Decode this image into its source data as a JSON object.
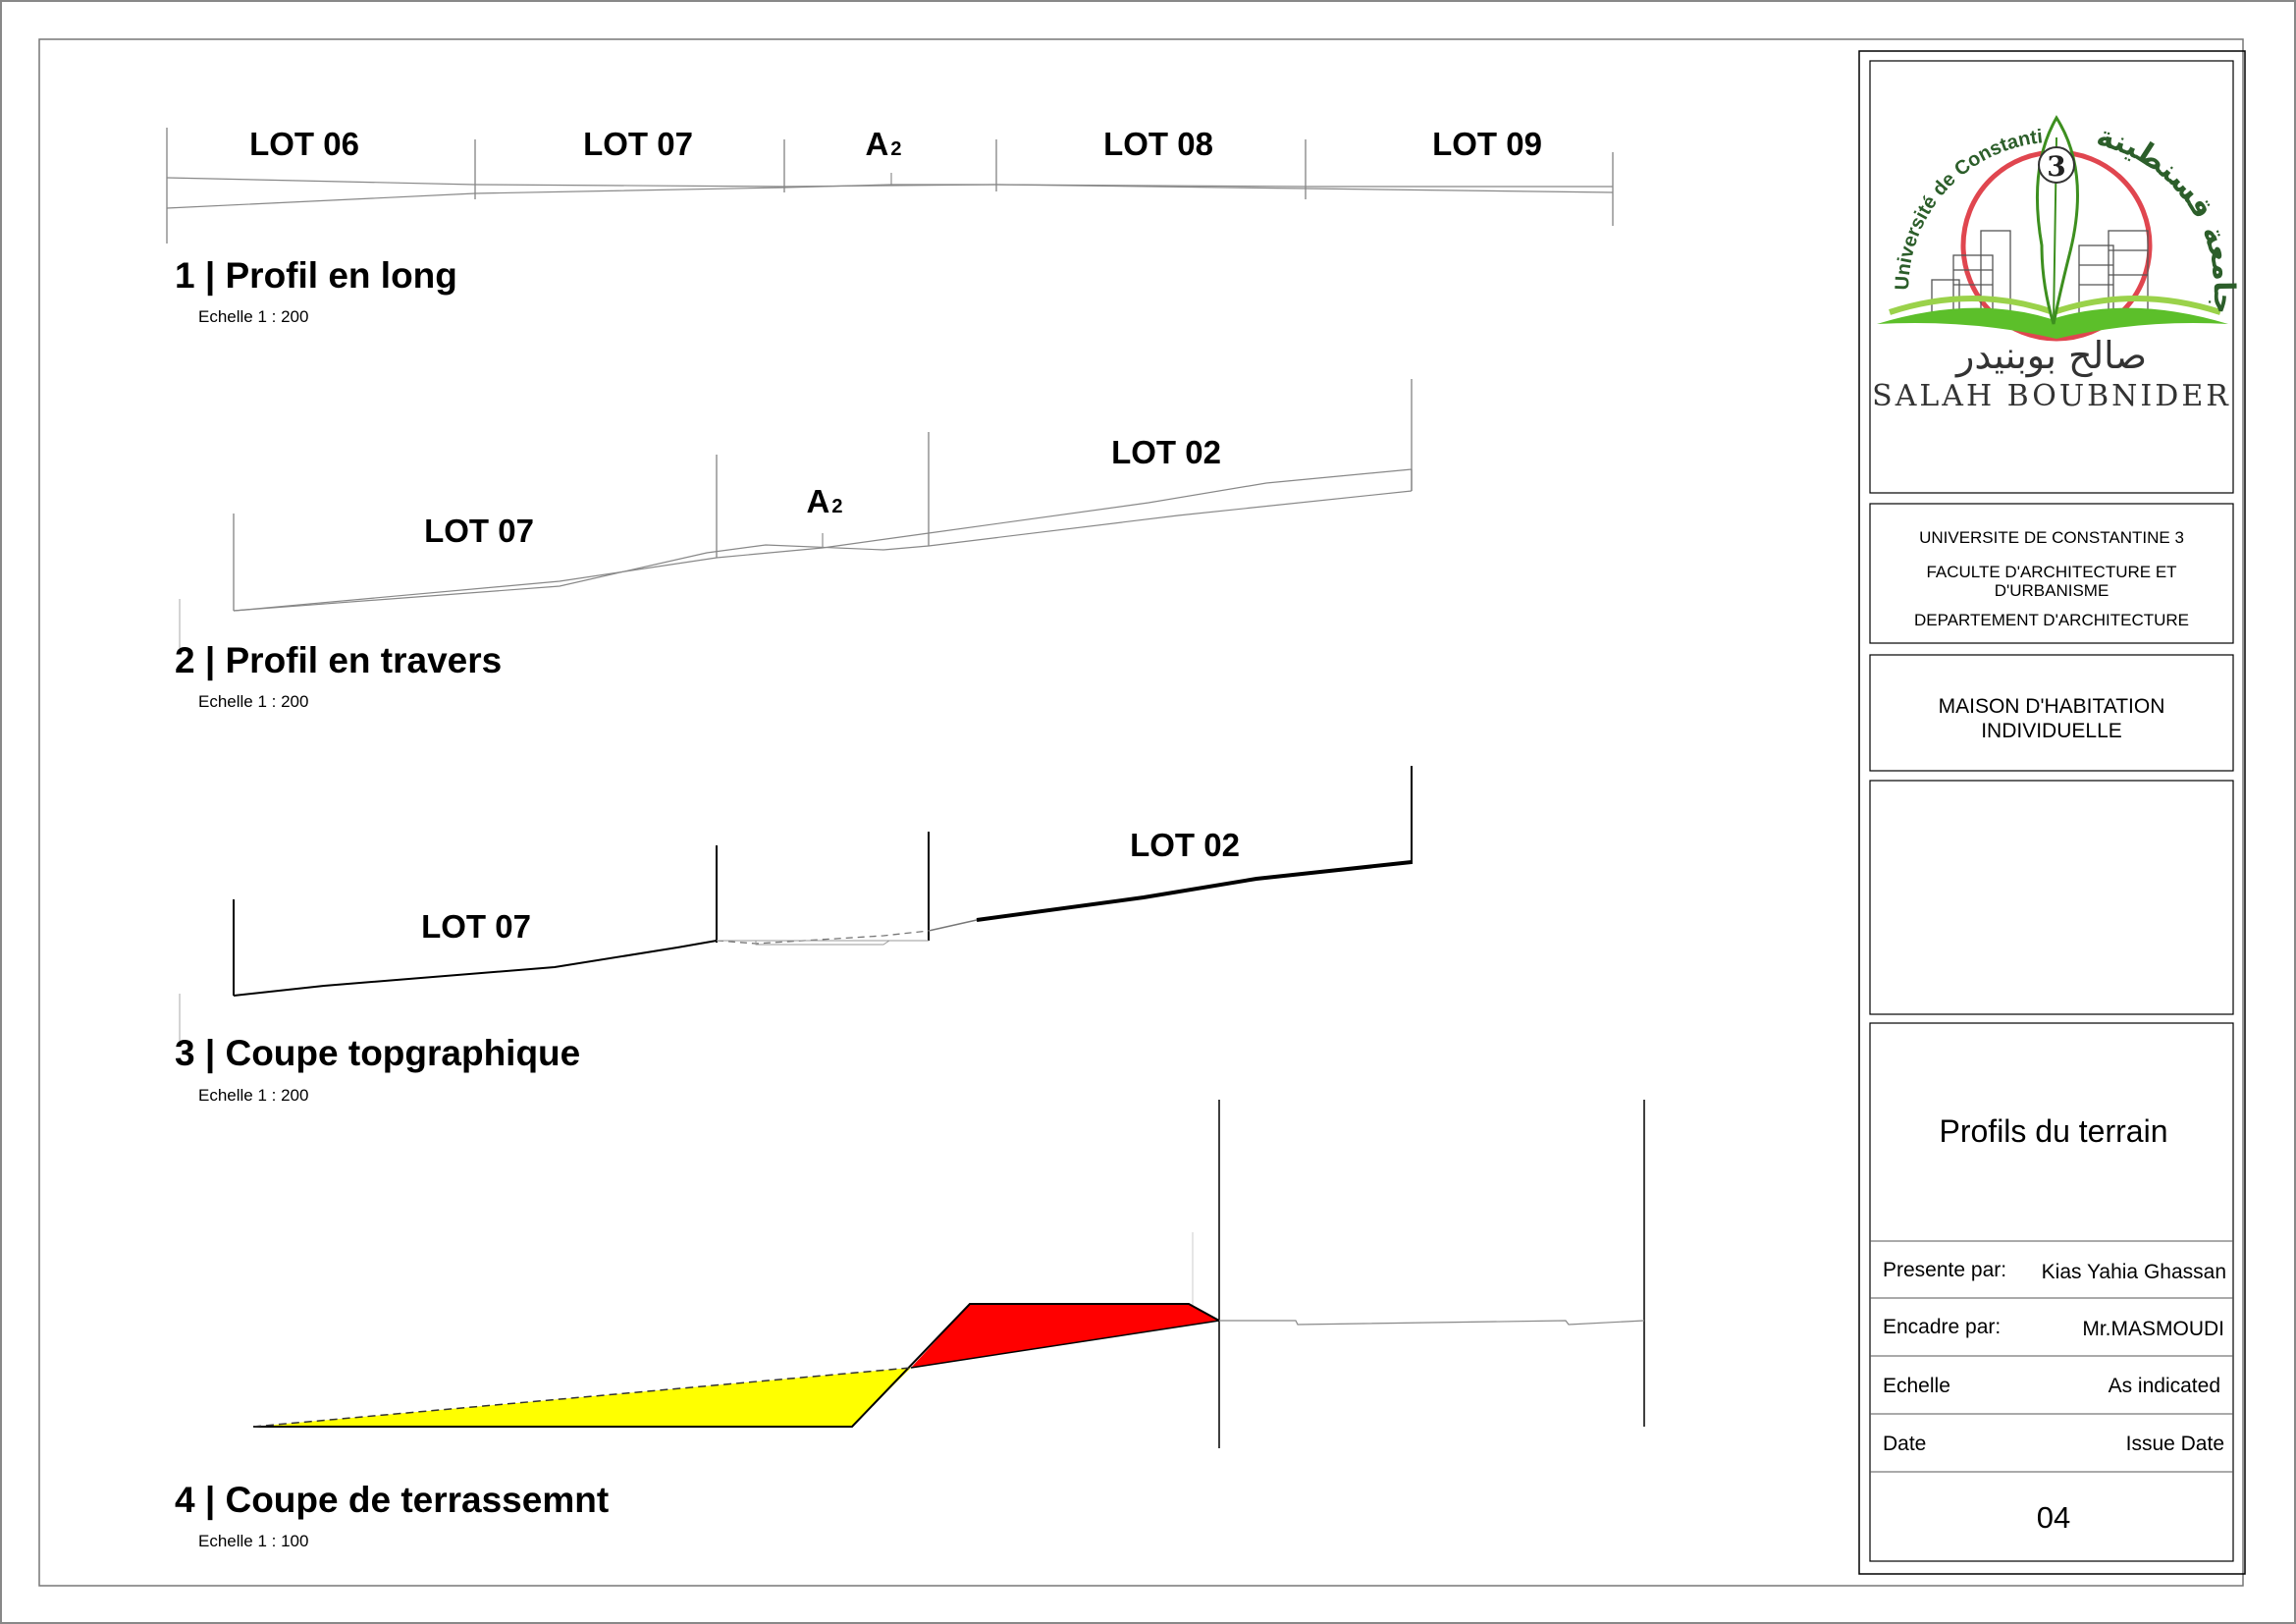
{
  "views": [
    {
      "title": "1 | Profil en long",
      "scale": "Echelle 1 : 200",
      "lots": [
        "LOT 06",
        "LOT 07",
        "A",
        "LOT 08",
        "LOT 09"
      ],
      "subscript": "2"
    },
    {
      "title": "2 | Profil en travers",
      "scale": "Echelle 1 : 200",
      "lots": [
        "LOT 07",
        "A",
        "LOT 02"
      ],
      "subscript": "2"
    },
    {
      "title": "3 | Coupe topgraphique",
      "scale": "Echelle 1 : 200",
      "lots": [
        "LOT 07",
        "LOT 02"
      ]
    },
    {
      "title": "4 | Coupe de terrassemnt",
      "scale": "Echelle 1 : 100",
      "colors": {
        "remblai": "#ffff00",
        "deblai": "#ff0000"
      }
    }
  ],
  "title_block": {
    "logo": {
      "arabic_top": "جامعة قسنطينة",
      "latin_arc": "Université de Constantine",
      "number": "3",
      "arabic_bottom": "صالح بوبنيدر",
      "latin_name": "SALAH BOUBNIDER",
      "colors": {
        "ring": "#e0464f",
        "green": "#5cbf2a"
      }
    },
    "institution": [
      "UNIVERSITE DE CONSTANTINE 3",
      "FACULTE D'ARCHITECTURE ET",
      "D'URBANISME",
      "DEPARTEMENT D'ARCHITECTURE"
    ],
    "project": [
      "MAISON D'HABITATION",
      "INDIVIDUELLE"
    ],
    "sheet_title": "Profils du terrain",
    "rows": [
      {
        "label": "Presente par:",
        "value": "Kias Yahia Ghassan"
      },
      {
        "label": "Encadre par:",
        "value": "Mr.MASMOUDI"
      },
      {
        "label": "Echelle",
        "value": "As indicated"
      },
      {
        "label": "Date",
        "value": "Issue Date"
      }
    ],
    "sheet_number": "04"
  }
}
